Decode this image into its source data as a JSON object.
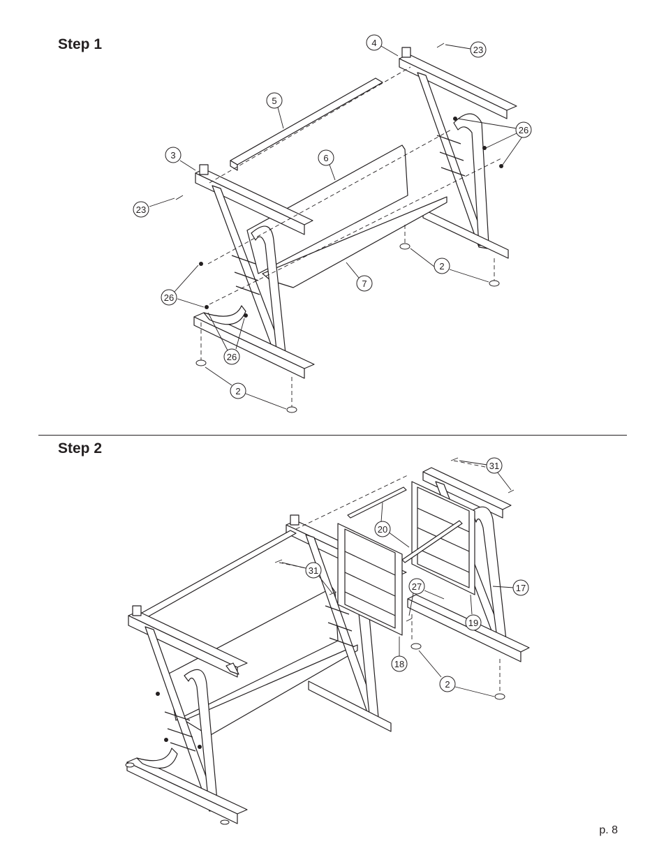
{
  "step1": {
    "title": "Step 1",
    "callouts": [
      "4",
      "23",
      "5",
      "26",
      "3",
      "6",
      "23",
      "2",
      "7",
      "26",
      "26",
      "2"
    ]
  },
  "step2": {
    "title": "Step 2",
    "callouts": [
      "31",
      "20",
      "31",
      "27",
      "17",
      "19",
      "18",
      "2"
    ]
  },
  "page_number": "p. 8"
}
